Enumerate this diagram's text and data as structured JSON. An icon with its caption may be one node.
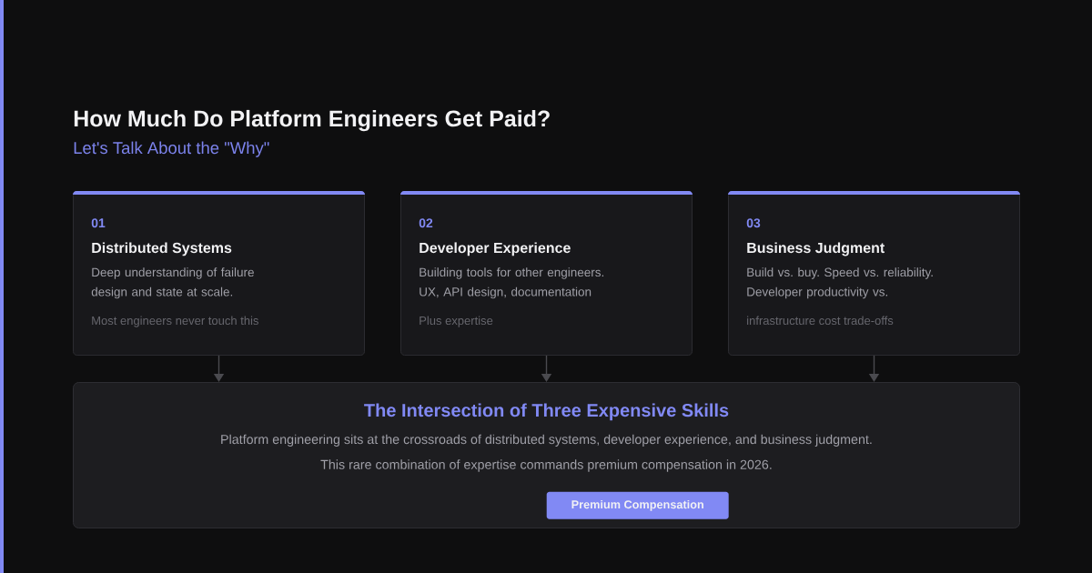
{
  "diagram": {
    "title": "How Much Do Platform Engineers Get Paid?",
    "nodes": [
      {
        "text": [
          "01",
          "Distributed Systems",
          "Deep understanding of failure design and state at scale.",
          "Most engineers never touch this"
        ]
      },
      {
        "text": [
          "02",
          "Developer Experience",
          "Building tools for other engineers. UX, API design, documentation",
          "Plus expertise"
        ]
      },
      {
        "text": [
          "03",
          "Business Judgment",
          "Build vs. buy. Speed vs. reliability. Developer productivity vs.",
          "infrastructure cost trade-offs"
        ]
      },
      {
        "text": [
          "The Intersection of Three Expensive Skills",
          "Platform engineering sits at the crossroads of distributed systems, developer experience, and business judgment.",
          "This rare combination of expertise commands premium compensation in 2026."
        ]
      },
      {
        "text": [
          "Premium Compensation"
        ],
        "in": 3
      }
    ],
    "edges": [
      {
        "from": 0,
        "to": 3,
        "arrow": "to"
      },
      {
        "from": 1,
        "to": 3,
        "arrow": "to"
      },
      {
        "from": 2,
        "to": 3,
        "arrow": "to"
      }
    ],
    "labels": [
      "Let's Talk About the \"Why\""
    ]
  }
}
